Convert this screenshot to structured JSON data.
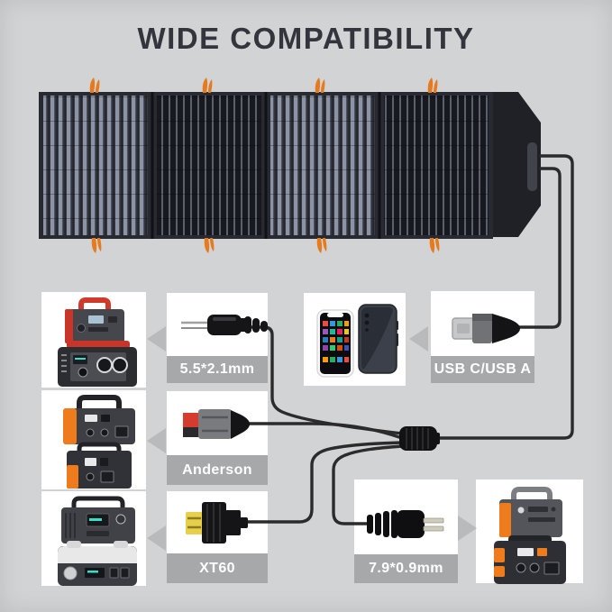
{
  "title": "WIDE COMPATIBILITY",
  "solar_panel": {
    "name": "foldable-4-panel-solar-charger",
    "folds": 4
  },
  "connectors": {
    "dc55": {
      "label": "5.5*2.1mm"
    },
    "usb": {
      "label": "USB C/USB A"
    },
    "anderson": {
      "label": "Anderson"
    },
    "xt60": {
      "label": "XT60"
    },
    "dc79": {
      "label": "7.9*0.9mm"
    }
  },
  "devices": {
    "row1_left": "red-black-portable-power-stations",
    "row1_mid": "smartphones-iphone-and-android",
    "row2_left": "orange-black-portable-power-stations",
    "row3_left": "gray-and-white-portable-power-stations",
    "row3_right": "orange-black-portable-power-stations"
  },
  "colors": {
    "background": "#d2d3d4",
    "card": "#ffffff",
    "label_band": "#a7a8aa",
    "label_text": "#ffffff",
    "title_text": "#34353c",
    "wire": "#2b2b2c",
    "panel_dark": "#1e2026",
    "hook_orange": "#e67a1e",
    "device_orange": "#ee7b1c",
    "device_red": "#c93529",
    "xt60_yellow": "#e7cf49",
    "anderson_red": "#d53c2e"
  }
}
